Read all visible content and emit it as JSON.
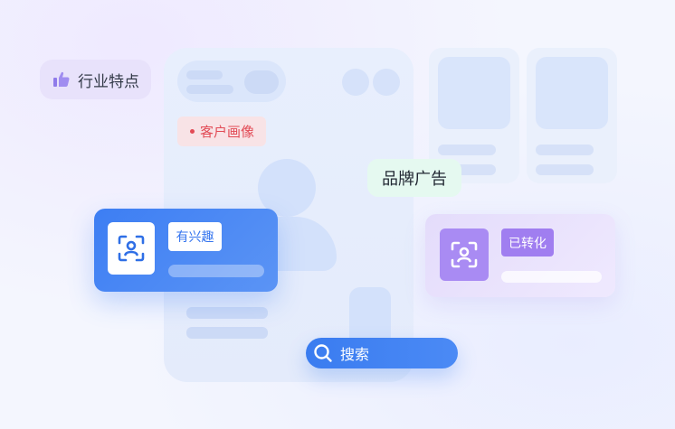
{
  "tags": {
    "industry_feature": "行业特点",
    "customer_portrait": "客户画像",
    "brand_ad": "品牌广告"
  },
  "cards": {
    "interested": {
      "label": "有兴趣"
    },
    "converted": {
      "label": "已转化"
    }
  },
  "search": {
    "label": "搜索"
  },
  "colors": {
    "accent_blue": "#3D7EF3",
    "accent_purple": "#A07EF0",
    "portrait_red": "#E24B56",
    "brand_green_bg": "#E5F9F0",
    "feature_bg": "#E8E2FB"
  },
  "icons": {
    "feature": "thumbs-up-icon",
    "interested": "face-scan-icon",
    "converted": "face-scan-icon",
    "search": "search-icon"
  }
}
